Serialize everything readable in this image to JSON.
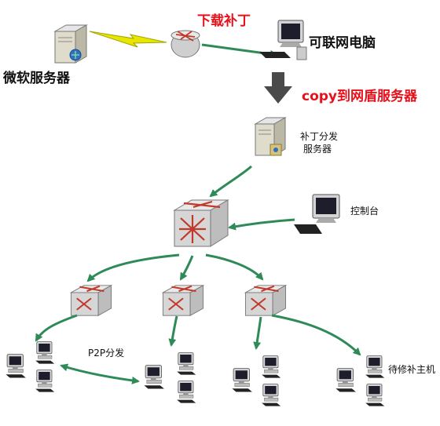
{
  "labels": {
    "download_patch": "下载补丁",
    "ms_server": "微软服务器",
    "internet_pc": "可联网电脑",
    "copy_to_server": "copy到网盾服务器",
    "patch_server_line1": "补丁分发",
    "patch_server_line2": "服务器",
    "console": "控制台",
    "p2p": "P2P分发",
    "target_hosts": "待修补主机"
  },
  "icons": {
    "ms_server": "server-icon",
    "router": "router-icon",
    "internet_pc": "computer-icon",
    "patch_server": "server-icon",
    "core_switch": "switch-icon",
    "console": "computer-icon"
  },
  "colors": {
    "arrow_green": "#2e8b57",
    "label_red": "#e8101a",
    "bolt_yellow": "#e6e600"
  }
}
